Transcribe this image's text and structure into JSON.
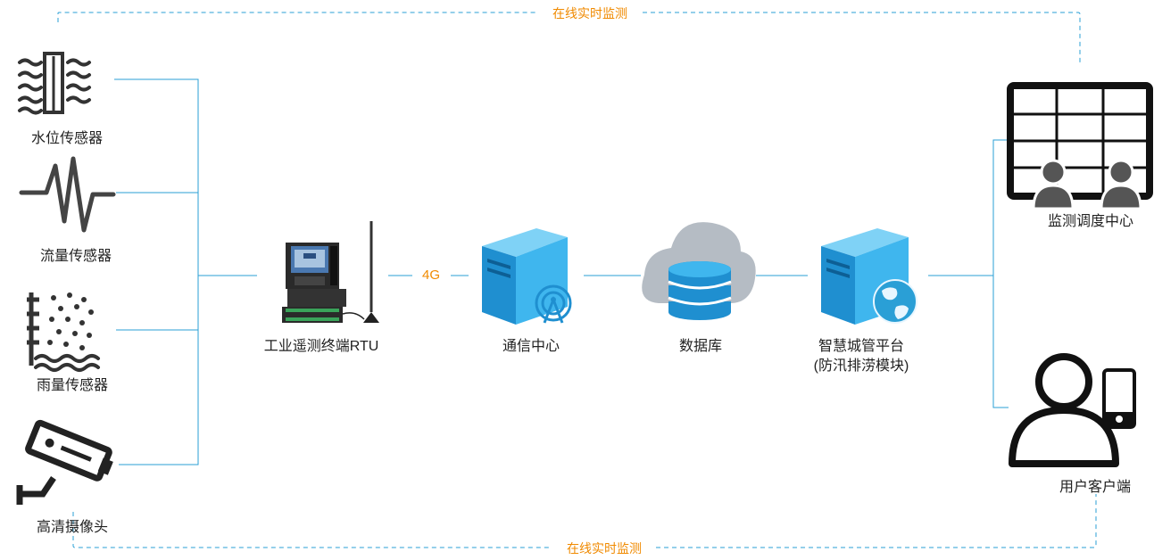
{
  "top_link": "在线实时监测",
  "bottom_link": "在线实时监测",
  "link_4g": "4G",
  "sensors": [
    {
      "label": "水位传感器",
      "icon": "water-level-icon"
    },
    {
      "label": "流量传感器",
      "icon": "flow-wave-icon"
    },
    {
      "label": "雨量传感器",
      "icon": "rain-gauge-icon"
    },
    {
      "label": "高清摄像头",
      "icon": "cctv-camera-icon"
    }
  ],
  "rtu": {
    "label": "工业遥测终端RTU",
    "icon": "rtu-device-icon"
  },
  "comm": {
    "label": "通信中心",
    "icon": "server-antenna-icon"
  },
  "db": {
    "label": "数据库",
    "icon": "cloud-database-icon"
  },
  "platform": {
    "line1": "智慧城管平台",
    "line2": "(防汛排涝模块)",
    "icon": "server-globe-icon"
  },
  "monitor_center": {
    "label": "监测调度中心",
    "icon": "monitor-wall-icon"
  },
  "client": {
    "label": "用户客户端",
    "icon": "user-phone-icon"
  },
  "colors": {
    "line": "#2a9fd6",
    "orange": "#f08a00",
    "server_light": "#3fb6ee",
    "server_dark": "#1f8fd0",
    "icon_dark": "#333333"
  }
}
